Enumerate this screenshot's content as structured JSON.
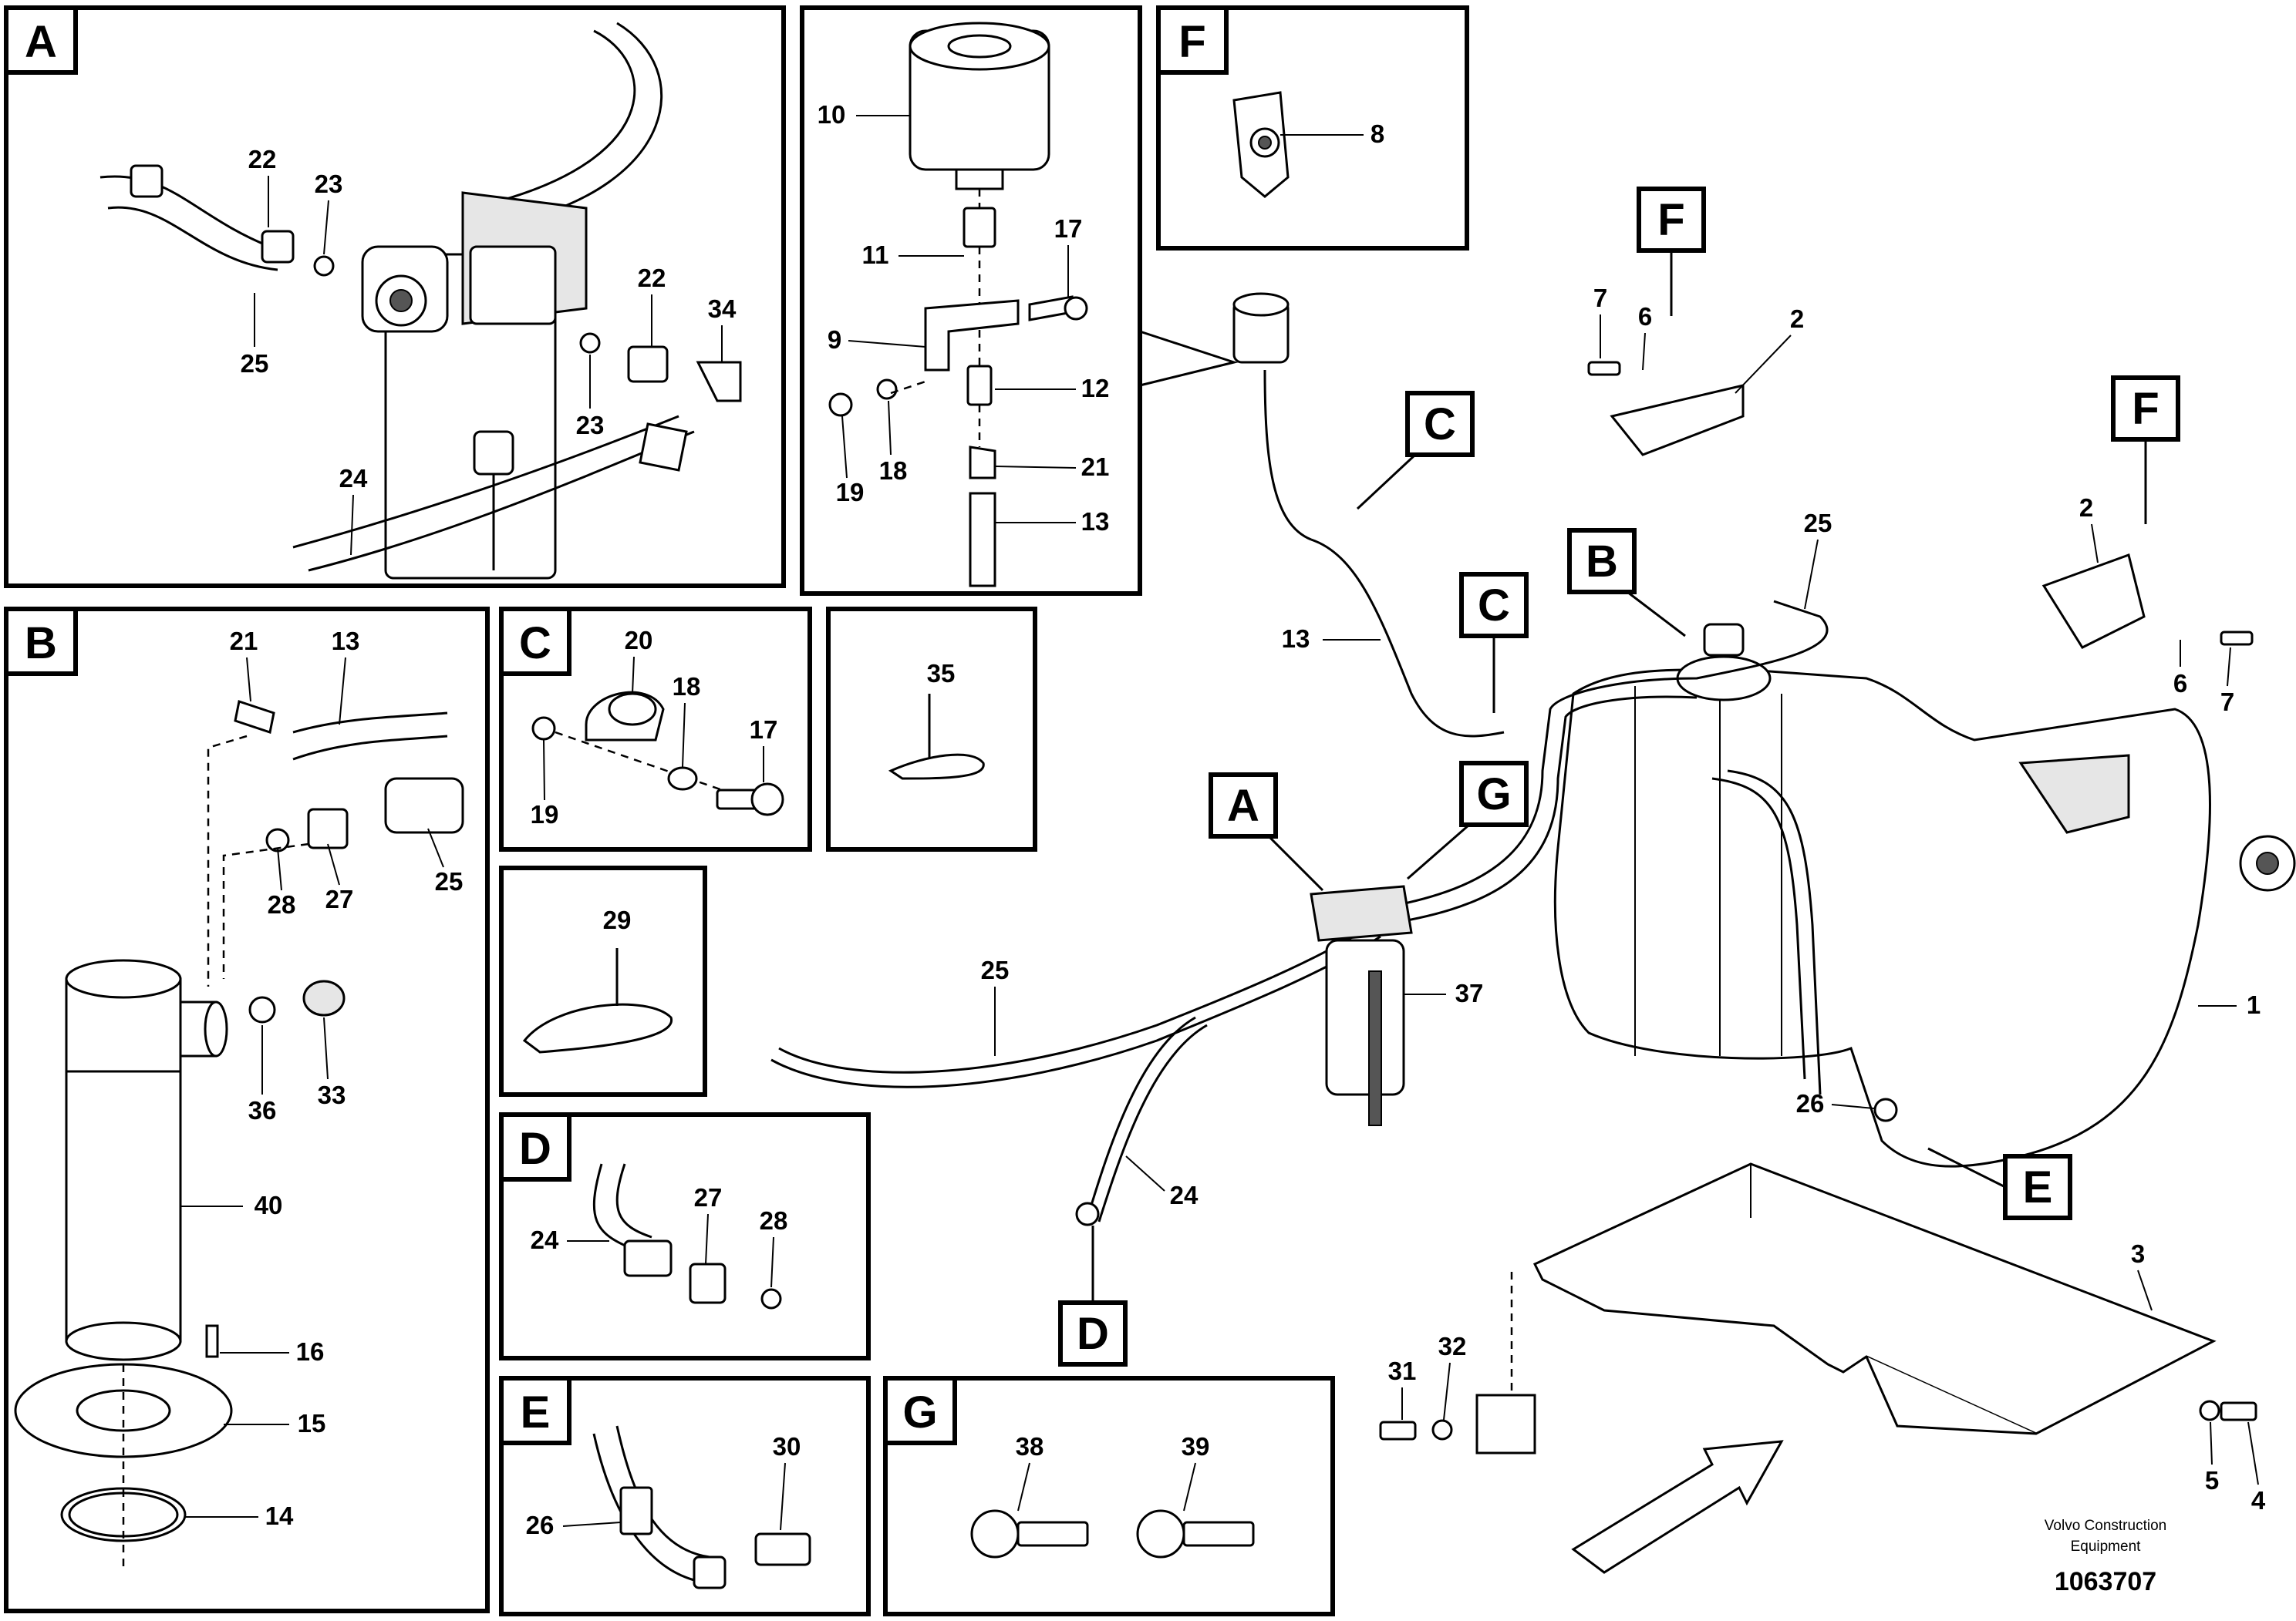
{
  "panels": {
    "A": "A",
    "B": "B",
    "C": "C",
    "D": "D",
    "E": "E",
    "F": "F",
    "G": "G"
  },
  "callouts": {
    "A": "A",
    "B": "B",
    "C": "C",
    "D": "D",
    "E": "E",
    "F": "F",
    "G": "G"
  },
  "part_numbers": {
    "p1": "1",
    "p2": "2",
    "p3": "3",
    "p4": "4",
    "p5": "5",
    "p6": "6",
    "p7": "7",
    "p8": "8",
    "p9": "9",
    "p10": "10",
    "p11": "11",
    "p12": "12",
    "p13": "13",
    "p14": "14",
    "p15": "15",
    "p16": "16",
    "p17": "17",
    "p18": "18",
    "p19": "19",
    "p20": "20",
    "p21": "21",
    "p22": "22",
    "p23": "23",
    "p24": "24",
    "p25": "25",
    "p26": "26",
    "p27": "27",
    "p28": "28",
    "p29": "29",
    "p30": "30",
    "p31": "31",
    "p32": "32",
    "p33": "33",
    "p34": "34",
    "p35": "35",
    "p36": "36",
    "p37": "37",
    "p38": "38",
    "p39": "39",
    "p40": "40"
  },
  "footer": {
    "credit_line1": "Volvo Construction",
    "credit_line2": "Equipment",
    "doc_number": "1063707"
  }
}
